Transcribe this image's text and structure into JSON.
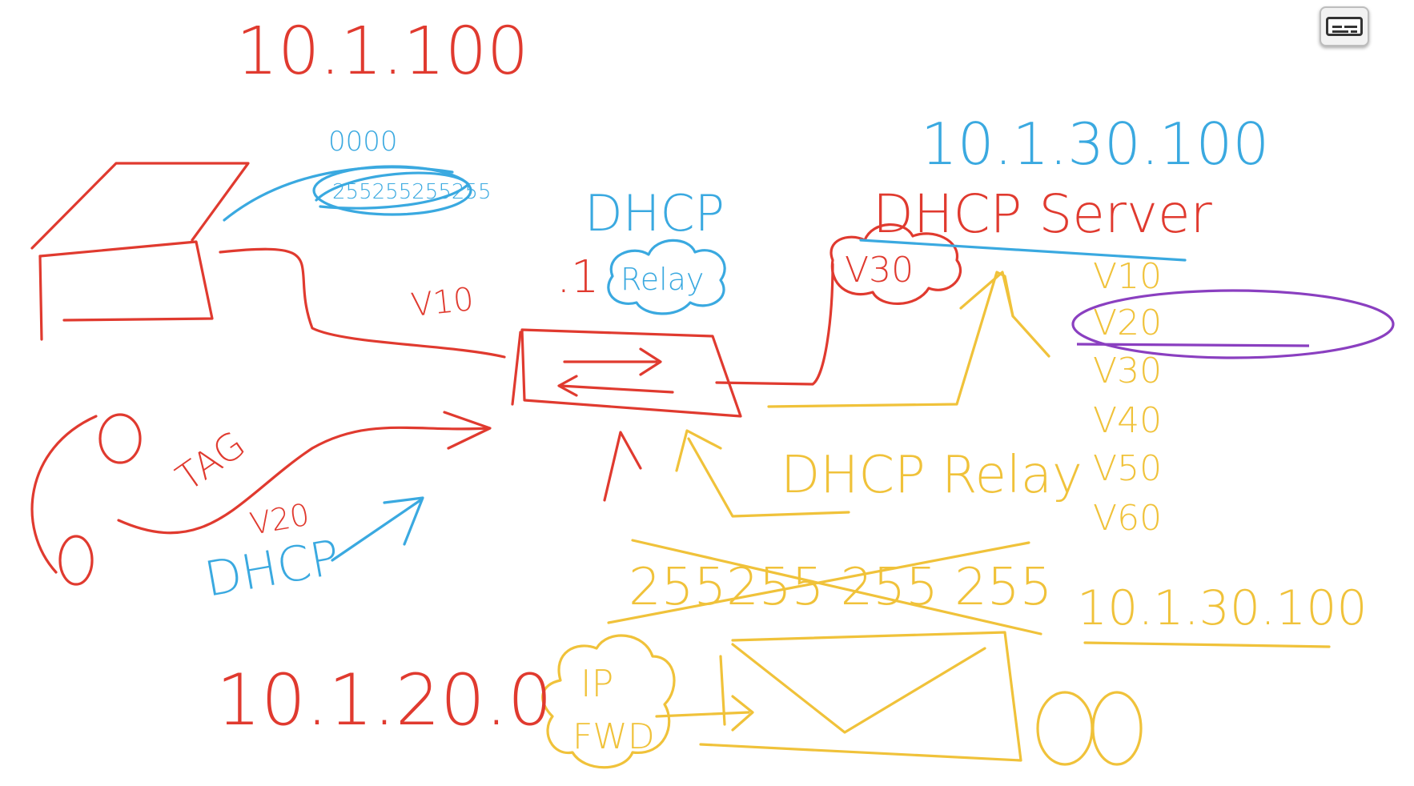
{
  "labels": {
    "subnet_top": "10.1.100",
    "voice_subnet": "10.1.20.0",
    "server_ip": "10.1.30.100",
    "server_ip_yellow": "10.1.30.100",
    "dhcp_server": "DHCP Server",
    "dhcp_top": "DHCP",
    ".1": ".1",
    "relay_cloud": "Relay",
    "v30_cloud": "V30",
    "v10": "V10",
    "v20": "V20",
    "tag": "TAG",
    "dhcp_left": "DHCP",
    "dhcp_relay": "DHCP Relay",
    "broadcast_blue_top": "0000",
    "broadcast_blue": "255255255255",
    "broadcast_crossed": "255255 255 255",
    "ip_fwd_1": "IP",
    "ip_fwd_2": "FWD",
    "vlan_list": [
      "V10",
      "V20",
      "V30",
      "V40",
      "V50",
      "V60"
    ]
  },
  "colors": {
    "red": "#e03a2f",
    "blue": "#3aa9e0",
    "yellow": "#f0c23a",
    "purple": "#8a3fc0"
  },
  "icons": {
    "captions": "closed-captions-icon"
  }
}
